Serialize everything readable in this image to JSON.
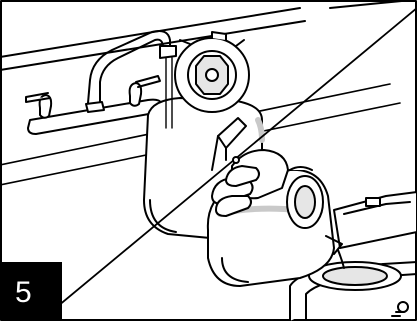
{
  "step": {
    "number": "5"
  },
  "colors": {
    "line": "#000000",
    "fill": "#ffffff",
    "light_shade": "#e6e6e6",
    "dark_shade": "#c9c9c9",
    "badge_bg": "#000000",
    "badge_text": "#ffffff"
  },
  "scene": {
    "top_panel": "sink-faucet-with-kettle-lid-open",
    "bottom_panel": "hand-pouring-water-into-coffee-maker-reservoir"
  }
}
